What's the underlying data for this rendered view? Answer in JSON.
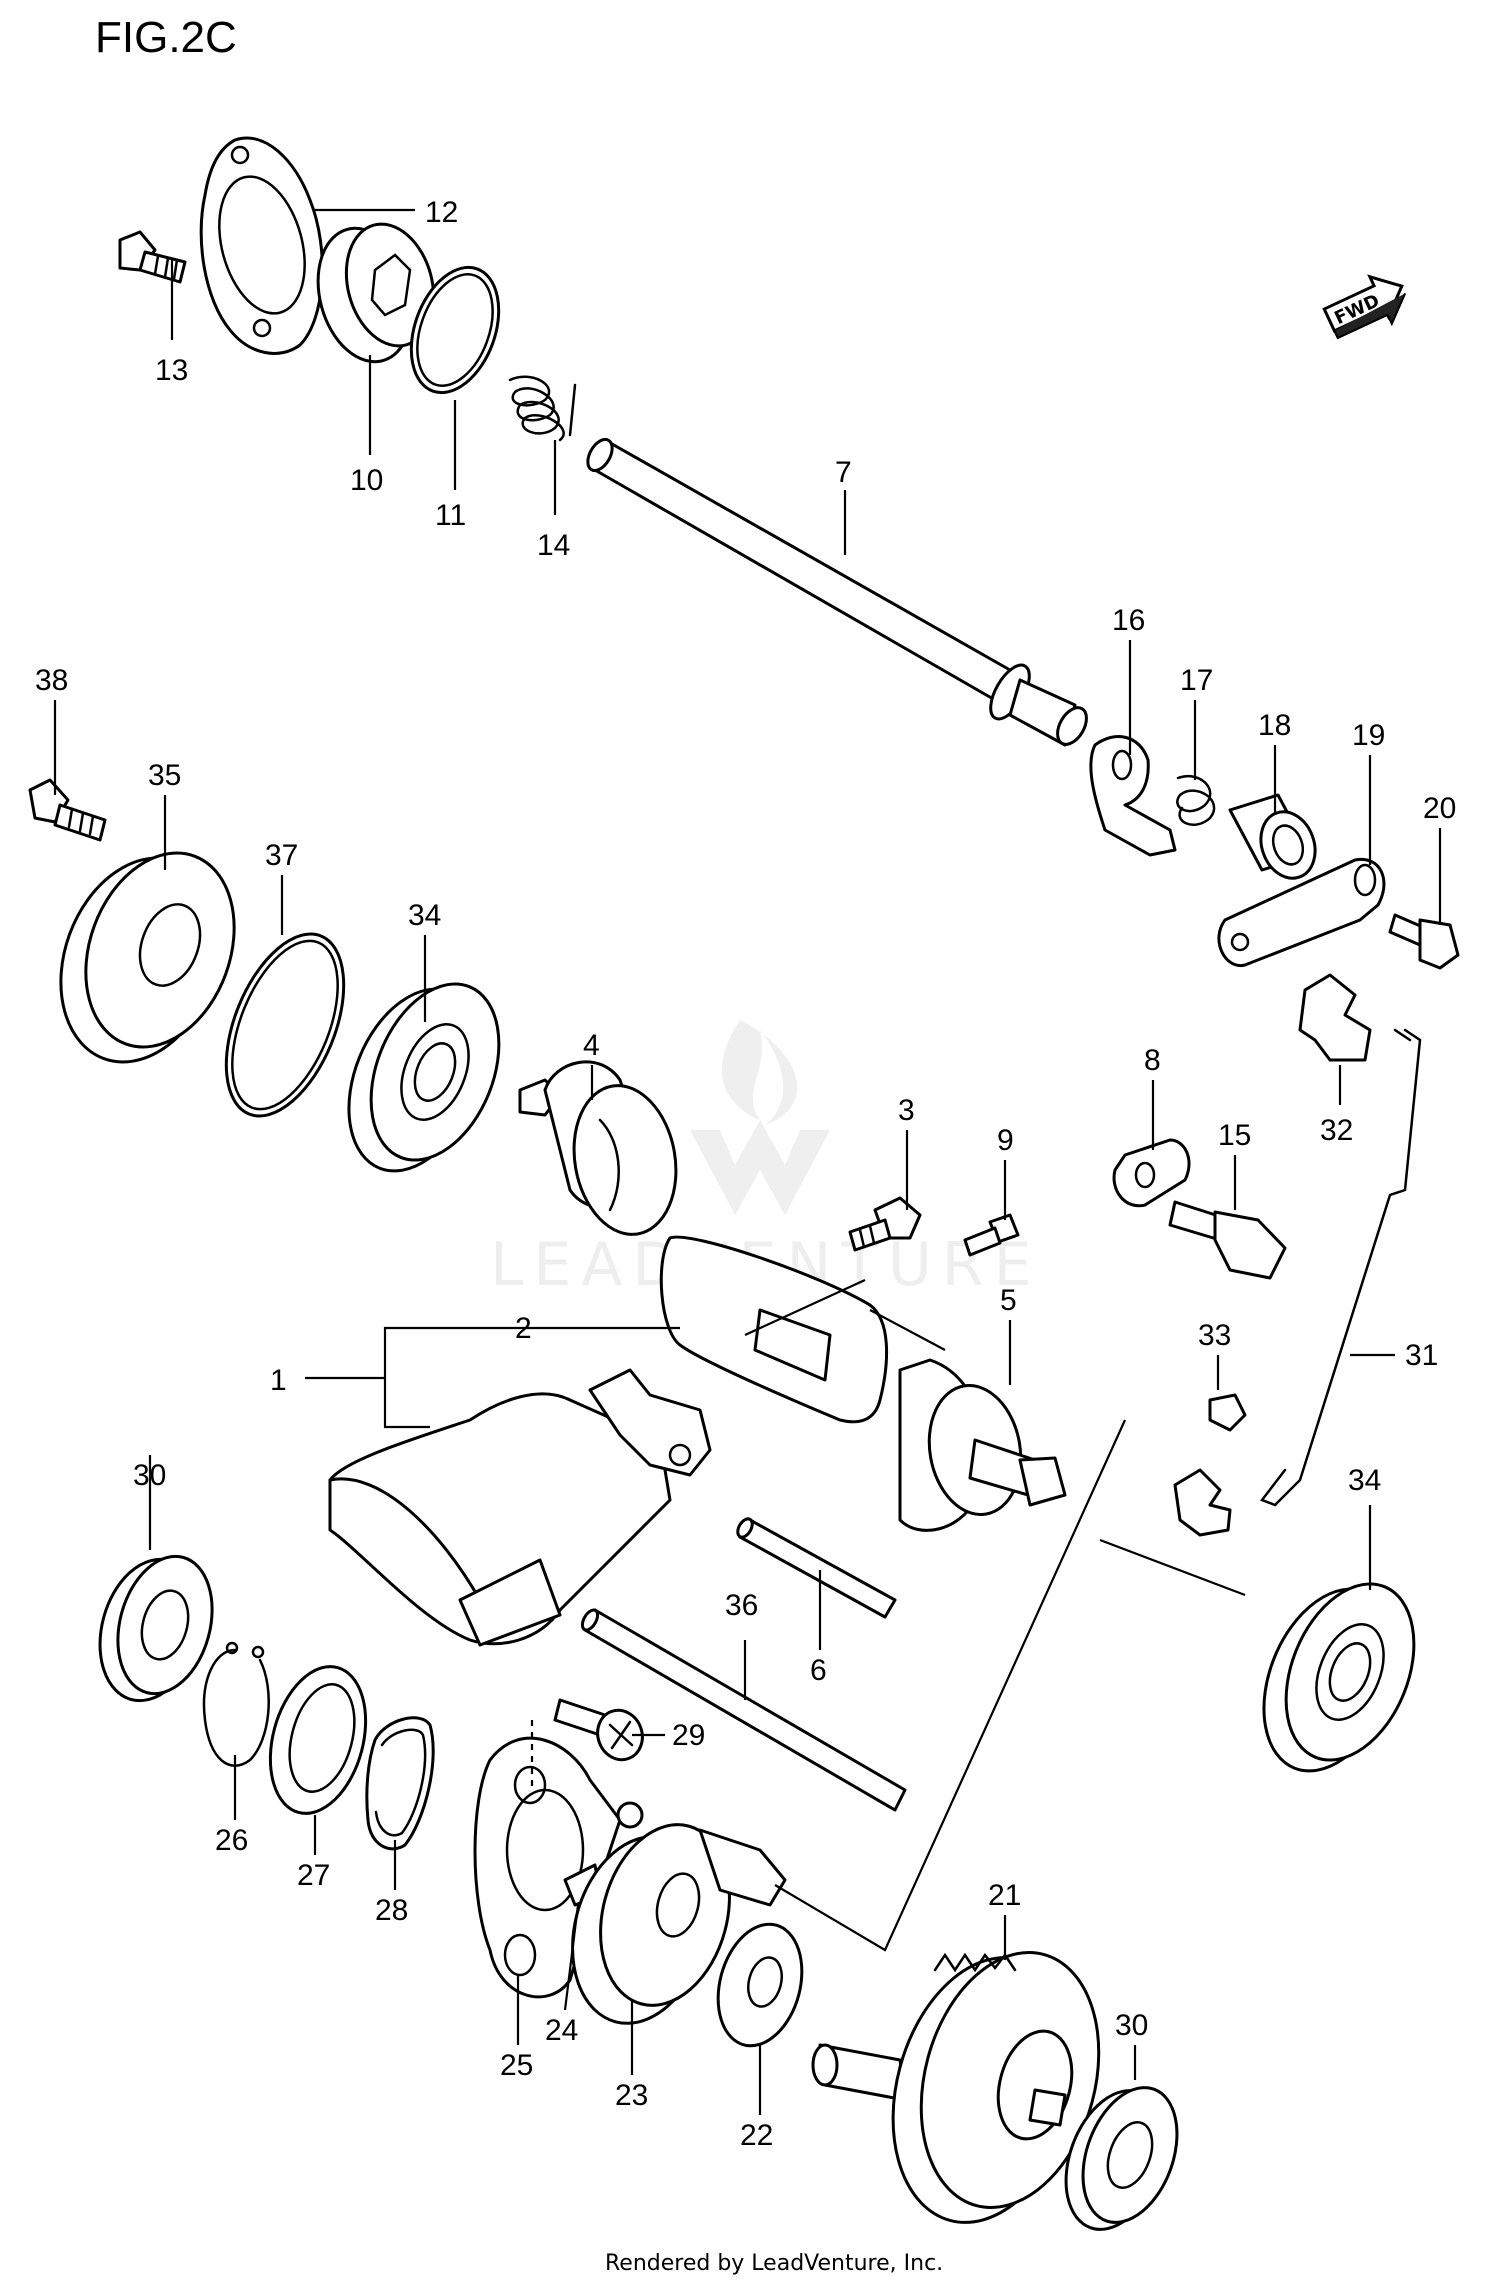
{
  "figure": {
    "title": "FIG.2C",
    "fwd_label": "FWD",
    "watermark": "LEADVENTURE",
    "footer": "Rendered by LeadVenture, Inc."
  },
  "callouts": [
    {
      "id": "1",
      "label": "1"
    },
    {
      "id": "2",
      "label": "2"
    },
    {
      "id": "3",
      "label": "3"
    },
    {
      "id": "4",
      "label": "4"
    },
    {
      "id": "5",
      "label": "5"
    },
    {
      "id": "6",
      "label": "6"
    },
    {
      "id": "7",
      "label": "7"
    },
    {
      "id": "8",
      "label": "8"
    },
    {
      "id": "9",
      "label": "9"
    },
    {
      "id": "10",
      "label": "10"
    },
    {
      "id": "11",
      "label": "11"
    },
    {
      "id": "12",
      "label": "12"
    },
    {
      "id": "13",
      "label": "13"
    },
    {
      "id": "14",
      "label": "14"
    },
    {
      "id": "15",
      "label": "15"
    },
    {
      "id": "16",
      "label": "16"
    },
    {
      "id": "17",
      "label": "17"
    },
    {
      "id": "18",
      "label": "18"
    },
    {
      "id": "19",
      "label": "19"
    },
    {
      "id": "20",
      "label": "20"
    },
    {
      "id": "21",
      "label": "21"
    },
    {
      "id": "22",
      "label": "22"
    },
    {
      "id": "23",
      "label": "23"
    },
    {
      "id": "24",
      "label": "24"
    },
    {
      "id": "25",
      "label": "25"
    },
    {
      "id": "26",
      "label": "26"
    },
    {
      "id": "27",
      "label": "27"
    },
    {
      "id": "28",
      "label": "28"
    },
    {
      "id": "29",
      "label": "29"
    },
    {
      "id": "30a",
      "label": "30"
    },
    {
      "id": "30b",
      "label": "30"
    },
    {
      "id": "31",
      "label": "31"
    },
    {
      "id": "32",
      "label": "32"
    },
    {
      "id": "33",
      "label": "33"
    },
    {
      "id": "34a",
      "label": "34"
    },
    {
      "id": "34b",
      "label": "34"
    },
    {
      "id": "35",
      "label": "35"
    },
    {
      "id": "36",
      "label": "36"
    },
    {
      "id": "37",
      "label": "37"
    },
    {
      "id": "38",
      "label": "38"
    }
  ]
}
